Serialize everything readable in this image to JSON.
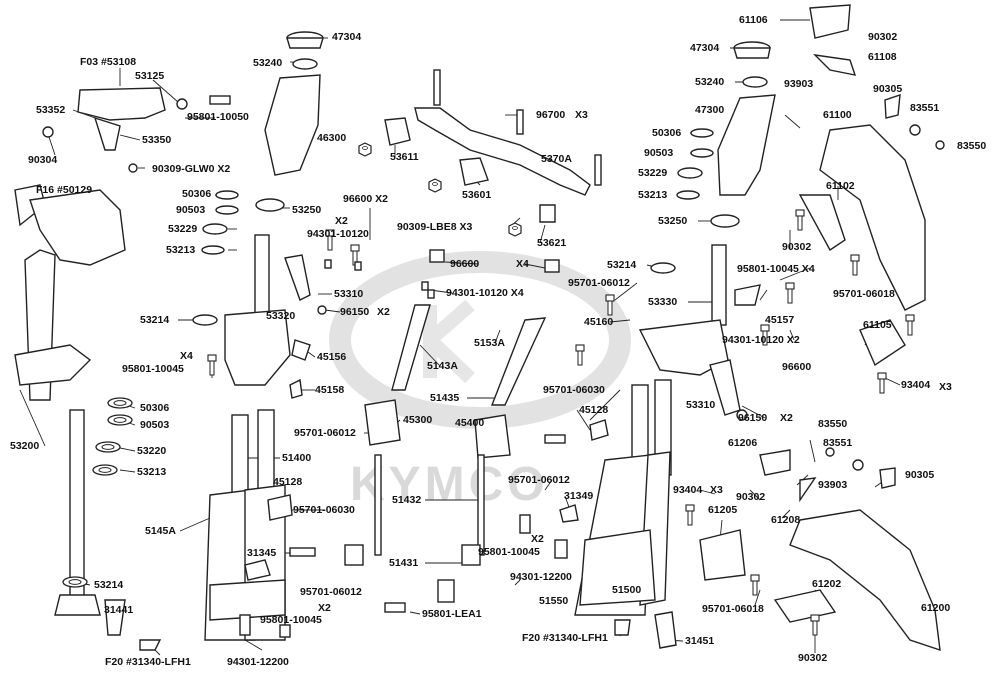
{
  "watermark": {
    "brand": "KYMCO",
    "color": "#d9d9d9"
  },
  "colors": {
    "line": "#222222",
    "fill": "#ffffff",
    "shade": "#cfcfcf"
  },
  "parts": [
    {
      "id": "p1",
      "label": "F03 #53108"
    },
    {
      "id": "p2",
      "label": "53125"
    },
    {
      "id": "p3",
      "label": "53352"
    },
    {
      "id": "p4",
      "label": "95801-10050"
    },
    {
      "id": "p5",
      "label": "53350"
    },
    {
      "id": "p6",
      "label": "90304"
    },
    {
      "id": "p7",
      "label": "90309-GLW0 X2"
    },
    {
      "id": "p8",
      "label": "F16 #50129"
    },
    {
      "id": "p9",
      "label": "47304"
    },
    {
      "id": "p10",
      "label": "53240"
    },
    {
      "id": "p11",
      "label": "46300"
    },
    {
      "id": "p12",
      "label": "50306"
    },
    {
      "id": "p13",
      "label": "90503"
    },
    {
      "id": "p14",
      "label": "53250"
    },
    {
      "id": "p15",
      "label": "53229"
    },
    {
      "id": "p16",
      "label": "53213"
    },
    {
      "id": "p17",
      "label": "96600 X2"
    },
    {
      "id": "p18",
      "label": "X2"
    },
    {
      "id": "p19",
      "label": "94301-10120"
    },
    {
      "id": "p20",
      "label": "53310"
    },
    {
      "id": "p21",
      "label": "96150"
    },
    {
      "id": "p22",
      "label": "X2"
    },
    {
      "id": "p23",
      "label": "53214"
    },
    {
      "id": "p24",
      "label": "53320"
    },
    {
      "id": "p25",
      "label": "45156"
    },
    {
      "id": "p26",
      "label": "X4"
    },
    {
      "id": "p27",
      "label": "95801-10045"
    },
    {
      "id": "p28",
      "label": "45158"
    },
    {
      "id": "p29",
      "label": "50306"
    },
    {
      "id": "p30",
      "label": "90503"
    },
    {
      "id": "p31",
      "label": "53220"
    },
    {
      "id": "p32",
      "label": "53213"
    },
    {
      "id": "p33",
      "label": "53200"
    },
    {
      "id": "p34",
      "label": "95701-06012"
    },
    {
      "id": "p35",
      "label": "51400"
    },
    {
      "id": "p36",
      "label": "45128"
    },
    {
      "id": "p37",
      "label": "95701-06030"
    },
    {
      "id": "p38",
      "label": "5145A"
    },
    {
      "id": "p39",
      "label": "31345"
    },
    {
      "id": "p40",
      "label": "53214"
    },
    {
      "id": "p41",
      "label": "95701-06012"
    },
    {
      "id": "p42",
      "label": "31441"
    },
    {
      "id": "p43",
      "label": "X2"
    },
    {
      "id": "p44",
      "label": "95801-10045"
    },
    {
      "id": "p45",
      "label": "F20 #31340-LFH1"
    },
    {
      "id": "p46",
      "label": "94301-12200"
    },
    {
      "id": "p47",
      "label": "96700"
    },
    {
      "id": "p48",
      "label": "X3"
    },
    {
      "id": "p49",
      "label": "53611"
    },
    {
      "id": "p50",
      "label": "5370A"
    },
    {
      "id": "p51",
      "label": "53601"
    },
    {
      "id": "p52",
      "label": "90309-LBE8 X3"
    },
    {
      "id": "p53",
      "label": "53621"
    },
    {
      "id": "p54",
      "label": "96600"
    },
    {
      "id": "p55",
      "label": "X4"
    },
    {
      "id": "p56",
      "label": "94301-10120 X4"
    },
    {
      "id": "p57",
      "label": "5153A"
    },
    {
      "id": "p58",
      "label": "5143A"
    },
    {
      "id": "p59",
      "label": "51435"
    },
    {
      "id": "p60",
      "label": "45300"
    },
    {
      "id": "p61",
      "label": "45400"
    },
    {
      "id": "p62",
      "label": "51432"
    },
    {
      "id": "p63",
      "label": "51431"
    },
    {
      "id": "p64",
      "label": "95801-LEA1"
    },
    {
      "id": "p65",
      "label": "47304"
    },
    {
      "id": "p66",
      "label": "53240"
    },
    {
      "id": "p67",
      "label": "47300"
    },
    {
      "id": "p68",
      "label": "50306"
    },
    {
      "id": "p69",
      "label": "90503"
    },
    {
      "id": "p70",
      "label": "53229"
    },
    {
      "id": "p71",
      "label": "53213"
    },
    {
      "id": "p72",
      "label": "53250"
    },
    {
      "id": "p73",
      "label": "53214"
    },
    {
      "id": "p74",
      "label": "95701-06012"
    },
    {
      "id": "p75",
      "label": "53330"
    },
    {
      "id": "p76",
      "label": "45160"
    },
    {
      "id": "p77",
      "label": "95701-06030"
    },
    {
      "id": "p78",
      "label": "45128"
    },
    {
      "id": "p79",
      "label": "95701-06012"
    },
    {
      "id": "p80",
      "label": "31349"
    },
    {
      "id": "p81",
      "label": "X2"
    },
    {
      "id": "p82",
      "label": "95801-10045"
    },
    {
      "id": "p83",
      "label": "94301-12200"
    },
    {
      "id": "p84",
      "label": "51500"
    },
    {
      "id": "p85",
      "label": "51550"
    },
    {
      "id": "p86",
      "label": "F20 #31340-LFH1"
    },
    {
      "id": "p87",
      "label": "31451"
    },
    {
      "id": "p88",
      "label": "61106"
    },
    {
      "id": "p89",
      "label": "90302"
    },
    {
      "id": "p90",
      "label": "61108"
    },
    {
      "id": "p91",
      "label": "93903"
    },
    {
      "id": "p92",
      "label": "90305"
    },
    {
      "id": "p93",
      "label": "83551"
    },
    {
      "id": "p94",
      "label": "61100"
    },
    {
      "id": "p95",
      "label": "83550"
    },
    {
      "id": "p96",
      "label": "61102"
    },
    {
      "id": "p97",
      "label": "90302"
    },
    {
      "id": "p98",
      "label": "95801-10045 X4"
    },
    {
      "id": "p99",
      "label": "95701-06018"
    },
    {
      "id": "p100",
      "label": "45157"
    },
    {
      "id": "p101",
      "label": "61105"
    },
    {
      "id": "p102",
      "label": "94301-10120 X2"
    },
    {
      "id": "p103",
      "label": "93404"
    },
    {
      "id": "p104",
      "label": "X3"
    },
    {
      "id": "p105",
      "label": "96600"
    },
    {
      "id": "p106",
      "label": "53310"
    },
    {
      "id": "p107",
      "label": "96150"
    },
    {
      "id": "p108",
      "label": "X2"
    },
    {
      "id": "p109",
      "label": "83550"
    },
    {
      "id": "p110",
      "label": "83551"
    },
    {
      "id": "p111",
      "label": "61206"
    },
    {
      "id": "p112",
      "label": "93903"
    },
    {
      "id": "p113",
      "label": "90305"
    },
    {
      "id": "p114",
      "label": "93404"
    },
    {
      "id": "p115",
      "label": "X3"
    },
    {
      "id": "p116",
      "label": "90302"
    },
    {
      "id": "p117",
      "label": "61208"
    },
    {
      "id": "p118",
      "label": "61205"
    },
    {
      "id": "p119",
      "label": "95701-06018"
    },
    {
      "id": "p120",
      "label": "61202"
    },
    {
      "id": "p121",
      "label": "61200"
    },
    {
      "id": "p122",
      "label": "90302"
    }
  ]
}
